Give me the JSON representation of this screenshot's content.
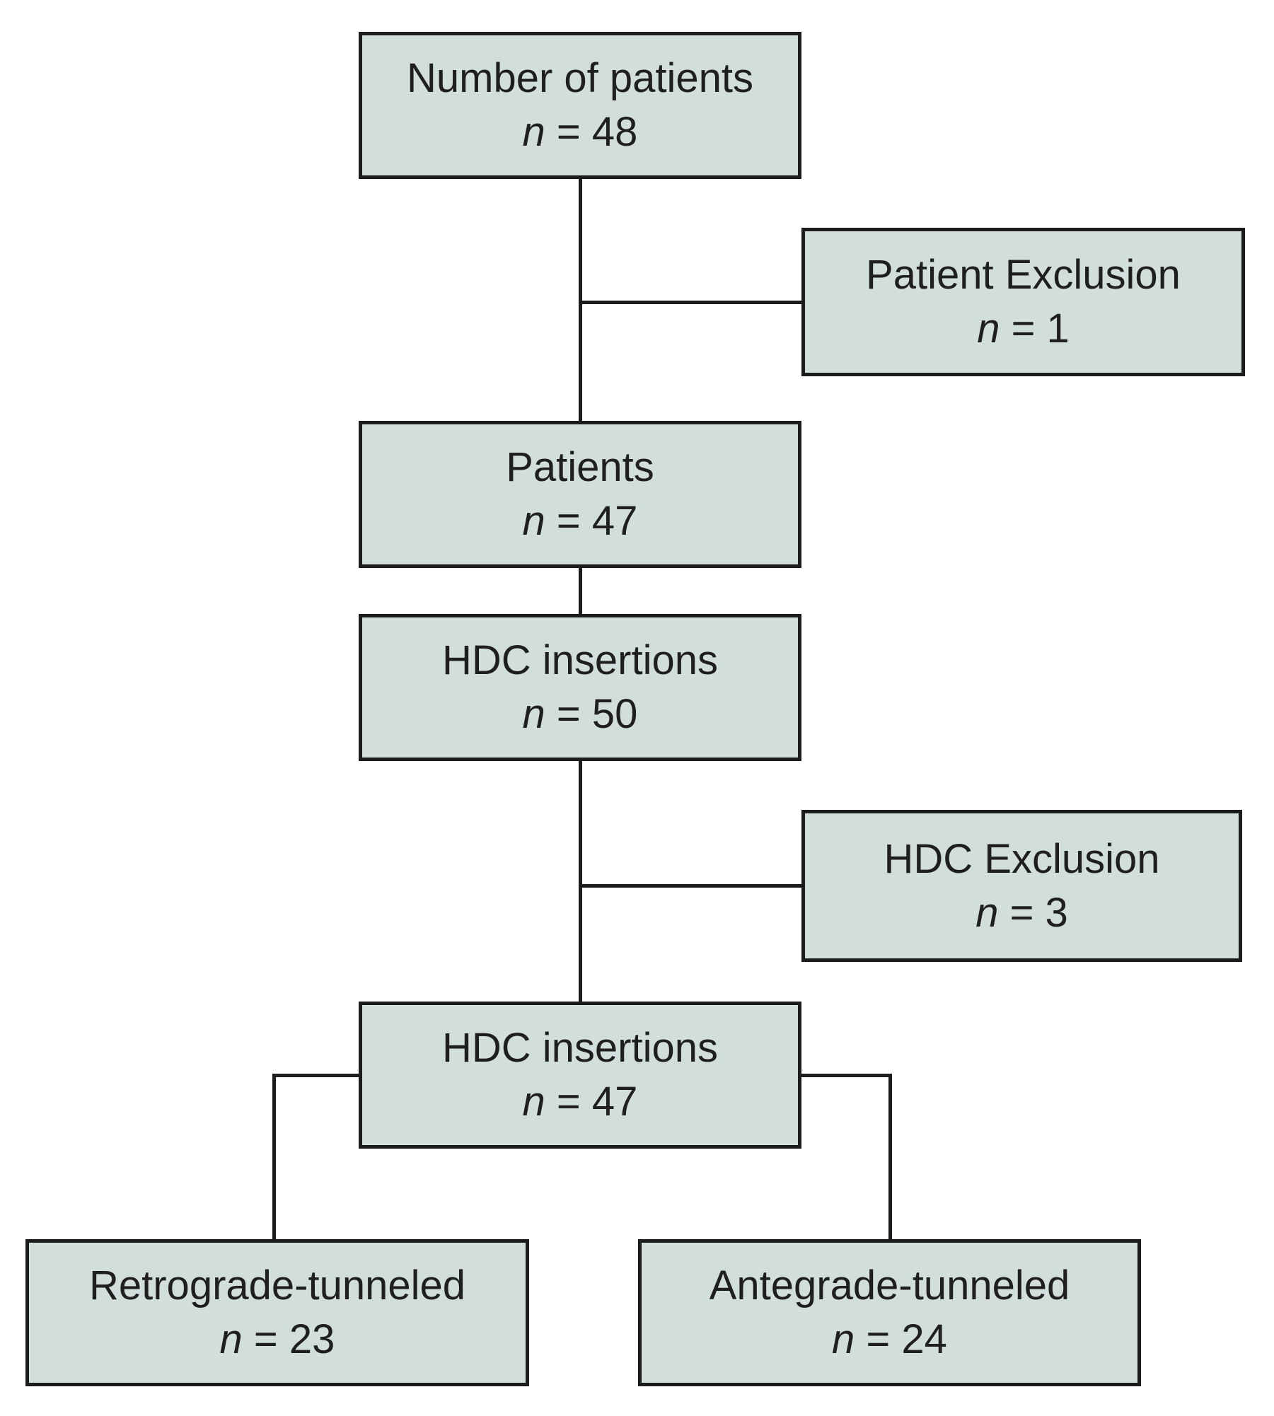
{
  "diagram": {
    "type": "patient-flow-chart",
    "background_color": "#ffffff",
    "box_fill_color": "#d1dedb",
    "box_border_color": "#1c1c1c",
    "text_color": "#1f1f1f"
  },
  "nodes": [
    {
      "id": "number-of-patients",
      "label": "Number of patients",
      "n_symbol": "n",
      "n_value": " = 48",
      "count": 48
    },
    {
      "id": "patient-exclusion",
      "label": "Patient Exclusion",
      "n_symbol": "n",
      "n_value": " = 1",
      "count": 1
    },
    {
      "id": "patients",
      "label": "Patients",
      "n_symbol": "n",
      "n_value": " = 47",
      "count": 47
    },
    {
      "id": "hdc-insertions-initial",
      "label": "HDC insertions",
      "n_symbol": "n",
      "n_value": " = 50",
      "count": 50
    },
    {
      "id": "hdc-exclusion",
      "label": "HDC Exclusion",
      "n_symbol": "n",
      "n_value": " = 3",
      "count": 3
    },
    {
      "id": "hdc-insertions-final",
      "label": "HDC insertions",
      "n_symbol": "n",
      "n_value": " = 47",
      "count": 47
    },
    {
      "id": "retrograde-tunneled",
      "label": "Retrograde-tunneled",
      "n_symbol": "n",
      "n_value": " = 23",
      "count": 23
    },
    {
      "id": "antegrade-tunneled",
      "label": "Antegrade-tunneled",
      "n_symbol": "n",
      "n_value": " = 24",
      "count": 24
    }
  ]
}
